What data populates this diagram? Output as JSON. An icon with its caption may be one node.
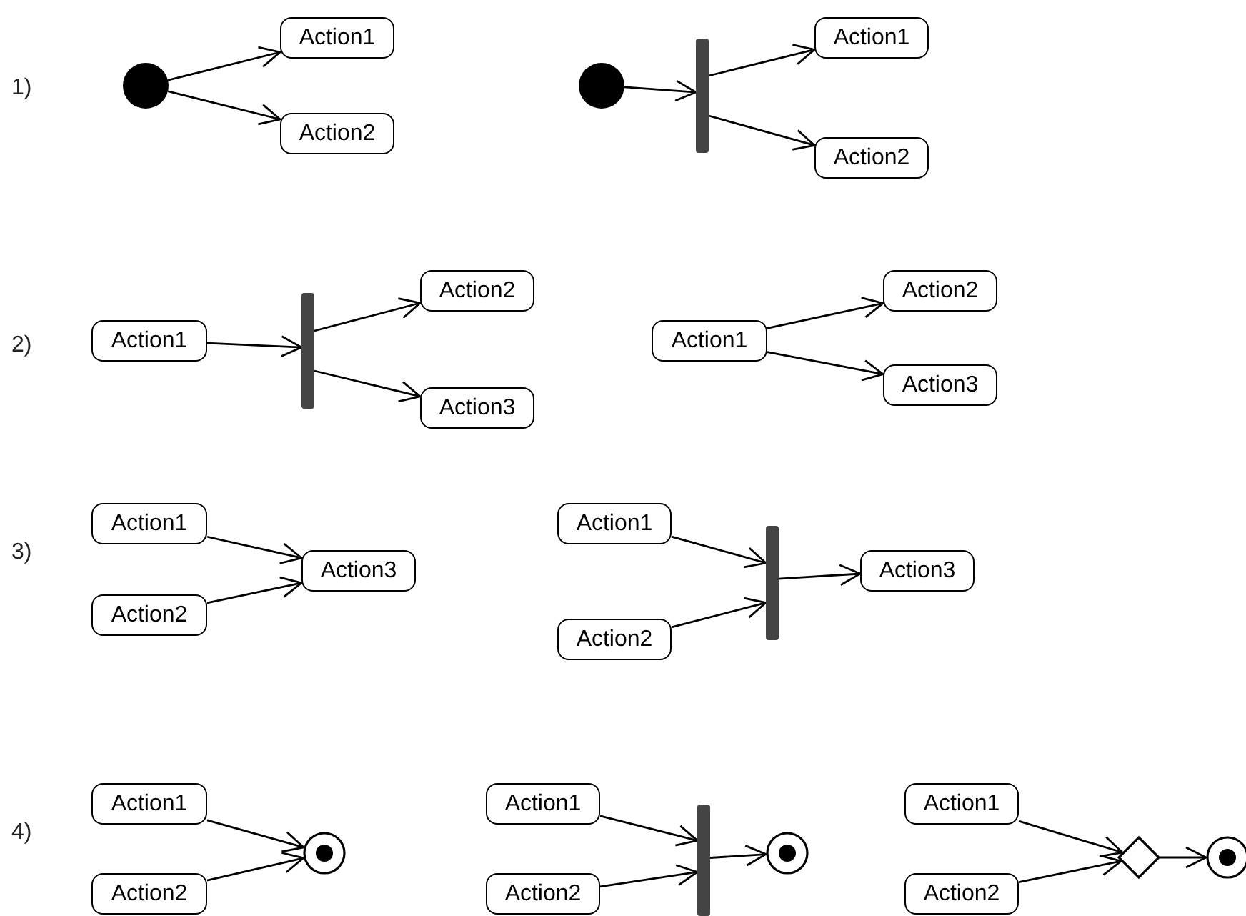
{
  "diagram": {
    "nodes": [
      {
        "text": [],
        "shape": "circle"
      },
      {
        "text": [
          "Action1"
        ]
      },
      {
        "text": [
          "Action2"
        ]
      },
      {
        "text": [],
        "shape": "circle"
      },
      {
        "text": [],
        "shape": "bar"
      },
      {
        "text": [
          "Action1"
        ]
      },
      {
        "text": [
          "Action2"
        ]
      },
      {
        "text": [
          "Action1"
        ]
      },
      {
        "text": [],
        "shape": "bar"
      },
      {
        "text": [
          "Action2"
        ]
      },
      {
        "text": [
          "Action3"
        ]
      },
      {
        "text": [
          "Action1"
        ]
      },
      {
        "text": [
          "Action2"
        ]
      },
      {
        "text": [
          "Action3"
        ]
      },
      {
        "text": [
          "Action1"
        ]
      },
      {
        "text": [
          "Action2"
        ]
      },
      {
        "text": [
          "Action3"
        ]
      },
      {
        "text": [
          "Action1"
        ]
      },
      {
        "text": [
          "Action2"
        ]
      },
      {
        "text": [],
        "shape": "bar"
      },
      {
        "text": [
          "Action3"
        ]
      },
      {
        "text": [
          "Action1"
        ]
      },
      {
        "text": [
          "Action2"
        ]
      },
      {
        "text": [],
        "shape": "bullseye"
      },
      {
        "text": [
          "Action1"
        ]
      },
      {
        "text": [
          "Action2"
        ]
      },
      {
        "text": [],
        "shape": "bar"
      },
      {
        "text": [],
        "shape": "bullseye"
      },
      {
        "text": [
          "Action1"
        ]
      },
      {
        "text": [
          "Action2"
        ]
      },
      {
        "text": [],
        "shape": "diamond"
      },
      {
        "text": [],
        "shape": "bullseye"
      }
    ],
    "edges": [
      {
        "from": 0,
        "to": 1,
        "arrow": "to"
      },
      {
        "from": 0,
        "to": 2,
        "arrow": "to"
      },
      {
        "from": 3,
        "to": 4,
        "arrow": "to"
      },
      {
        "from": 4,
        "to": 5,
        "arrow": "to"
      },
      {
        "from": 4,
        "to": 6,
        "arrow": "to"
      },
      {
        "from": 7,
        "to": 8,
        "arrow": "to"
      },
      {
        "from": 8,
        "to": 9,
        "arrow": "to"
      },
      {
        "from": 8,
        "to": 10,
        "arrow": "to"
      },
      {
        "from": 11,
        "to": 12,
        "arrow": "to"
      },
      {
        "from": 11,
        "to": 13,
        "arrow": "to"
      },
      {
        "from": 14,
        "to": 16,
        "arrow": "to"
      },
      {
        "from": 15,
        "to": 16,
        "arrow": "to"
      },
      {
        "from": 17,
        "to": 19,
        "arrow": "to"
      },
      {
        "from": 18,
        "to": 19,
        "arrow": "to"
      },
      {
        "from": 19,
        "to": 20,
        "arrow": "to"
      },
      {
        "from": 21,
        "to": 23,
        "arrow": "to"
      },
      {
        "from": 22,
        "to": 23,
        "arrow": "to"
      },
      {
        "from": 24,
        "to": 26,
        "arrow": "to"
      },
      {
        "from": 25,
        "to": 26,
        "arrow": "to"
      },
      {
        "from": 26,
        "to": 27,
        "arrow": "to"
      },
      {
        "from": 28,
        "to": 30,
        "arrow": "to"
      },
      {
        "from": 29,
        "to": 30,
        "arrow": "to"
      },
      {
        "from": 30,
        "to": 31,
        "arrow": "to"
      }
    ],
    "labels": [
      "1)",
      "2)",
      "3)",
      "4)"
    ]
  }
}
